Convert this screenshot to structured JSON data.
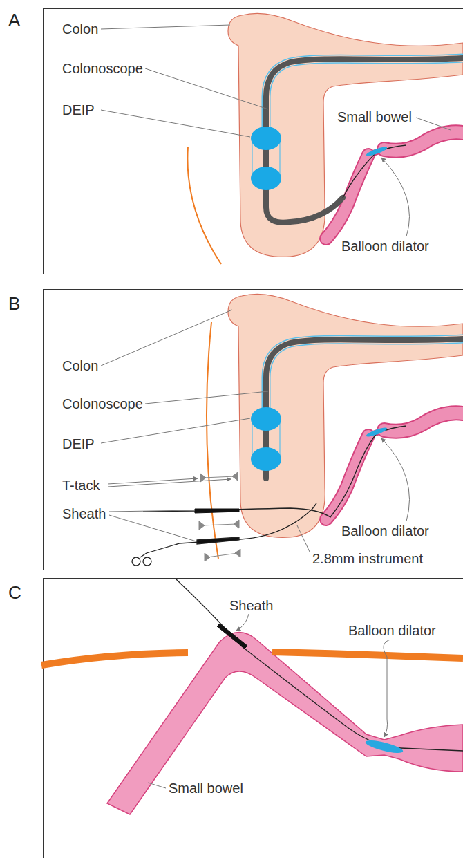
{
  "diagram": {
    "labels": [
      "A",
      "Colon",
      "Colonoscope",
      "DEIP",
      "Small bowel",
      "Balloon dilator",
      "B",
      "Colon",
      "Colonoscope",
      "DEIP",
      "T-tack",
      "Sheath",
      "Balloon dilator",
      "2.8mm instrument",
      "C",
      "Sheath",
      "Balloon dilator",
      "Small bowel"
    ]
  }
}
